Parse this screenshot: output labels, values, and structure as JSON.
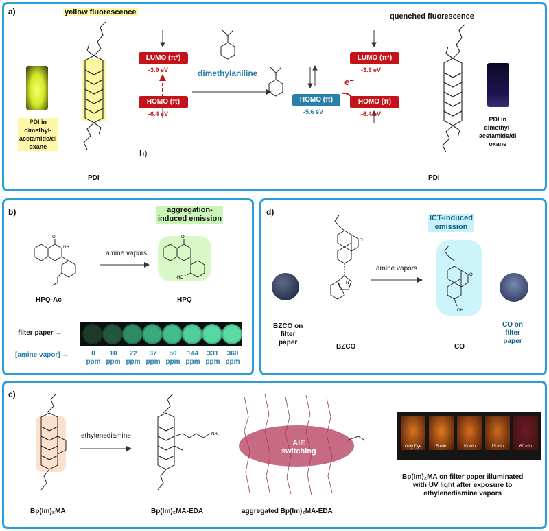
{
  "panel_a": {
    "label": "a)",
    "yellow_fluorescence": "yellow fluorescence",
    "quenched_fluorescence": "quenched fluorescence",
    "lumo_left": "LUMO (π*)",
    "lumo_left_ev": "-3.9 eV",
    "homo_left": "HOMO (π)",
    "homo_left_ev": "-6.4 eV",
    "dimethylaniline": "dimethylaniline",
    "homo_mid": "HOMO (π)",
    "homo_mid_ev": "-5.6 eV",
    "electron": "e⁻",
    "lumo_right": "LUMO (π*)",
    "lumo_right_ev": "-3.9 eV",
    "homo_right": "HOMO (π)",
    "homo_right_ev": "-6.4 eV",
    "b_label": "b)",
    "pdi_left_caption": [
      "PDI in",
      "dimethyl-",
      "acetamide/di",
      "oxane"
    ],
    "pdi_right_caption": [
      "PDI in",
      "dimethyl-",
      "acetamide/di",
      "oxane"
    ],
    "pdi_left": "PDI",
    "pdi_right": "PDI"
  },
  "panel_b": {
    "label": "b)",
    "aie_title": [
      "aggregation-",
      "induced emission"
    ],
    "amine_vapors": "amine vapors",
    "hpq_ac": "HPQ-Ac",
    "hpq": "HPQ",
    "filter_paper": "filter paper →",
    "amine_vapor": "[amine vapor] →",
    "concentrations": [
      "0",
      "10",
      "22",
      "37",
      "50",
      "144",
      "331",
      "360"
    ],
    "unit": "ppm"
  },
  "panel_c": {
    "label": "c)",
    "ethylenediamine": "ethylenediamine",
    "bp_ma": "Bp(Im)₂MA",
    "bp_ma_eda": "Bp(Im)₂MA-EDA",
    "aggregated": "aggregated Bp(Im)₂MA-EDA",
    "aie_switching": [
      "AIE",
      "switching"
    ],
    "uv_tiles": [
      "Only Dye",
      "5 min",
      "10 min",
      "15 min",
      "60 min"
    ],
    "uv_caption": [
      "Bp(Im)₂MA on filter paper illuminated",
      "with UV light after exposure to",
      "ethylenediamine vapors"
    ]
  },
  "panel_d": {
    "label": "d)",
    "ict_title": [
      "ICT-induced",
      "emission"
    ],
    "amine_vapors": "amine vapors",
    "bzco_caption": [
      "BZCO on",
      "filter",
      "paper"
    ],
    "bzco": "BZCO",
    "co": "CO",
    "co_caption": [
      "CO on",
      "filter",
      "paper"
    ]
  },
  "colors": {
    "panel_border": "#2b9ed8",
    "level_red": "#c4141a",
    "level_blue": "#2a7fa9"
  }
}
